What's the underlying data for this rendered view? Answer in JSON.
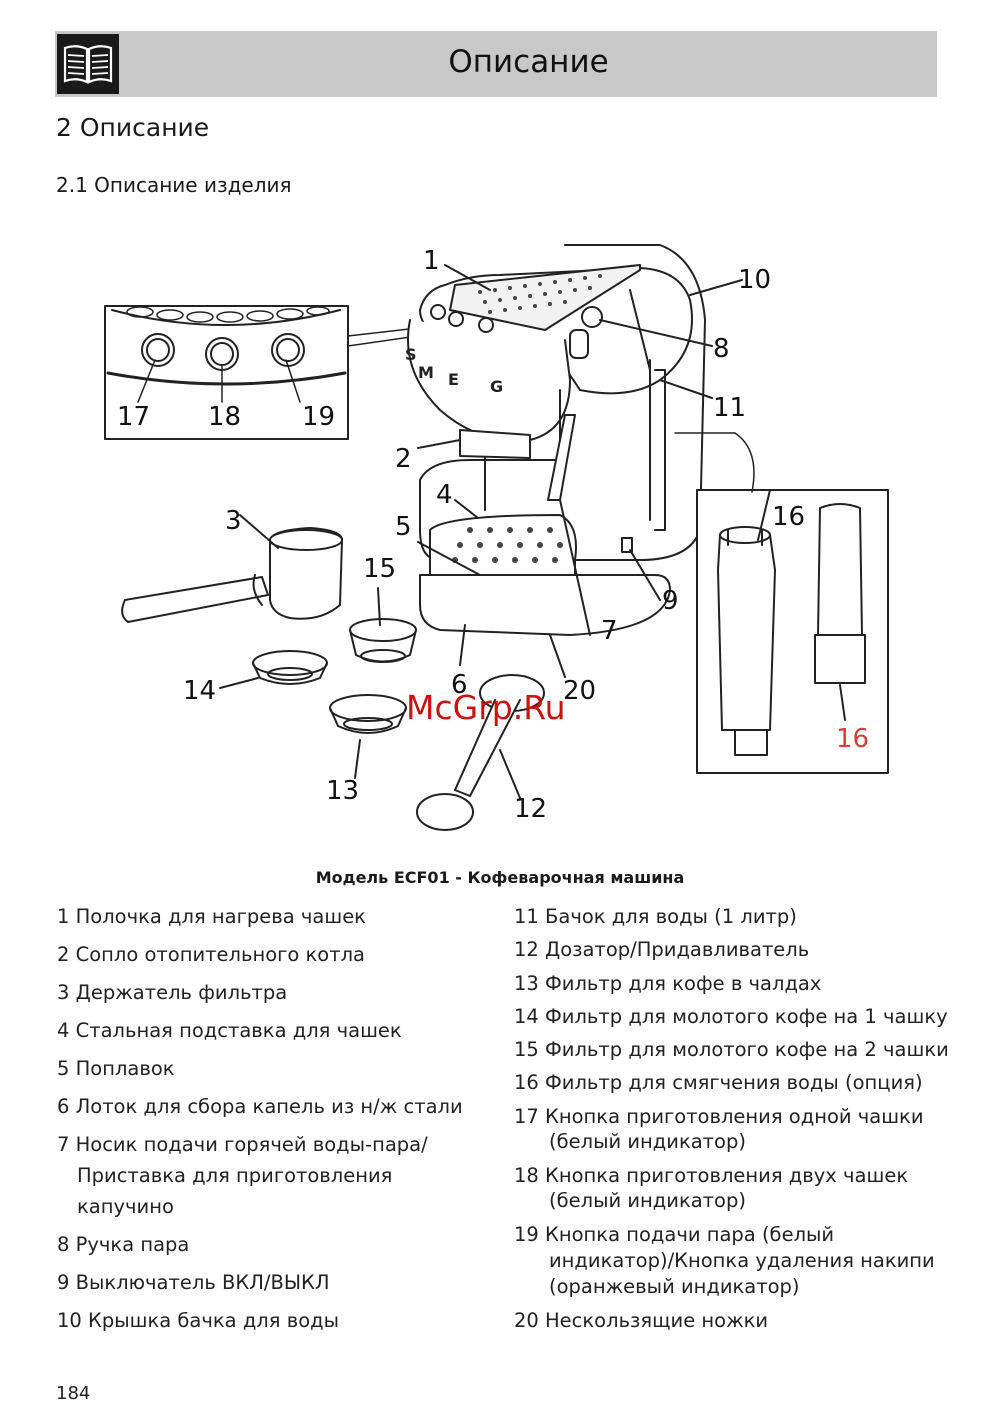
{
  "header": {
    "title": "Описание"
  },
  "section": {
    "title": "2 Описание",
    "subtitle": "2.1 Описание изделия"
  },
  "figure": {
    "labels": [
      "1",
      "2",
      "3",
      "4",
      "5",
      "6",
      "7",
      "8",
      "9",
      "10",
      "11",
      "12",
      "13",
      "14",
      "15",
      "16",
      "16",
      "17",
      "18",
      "19",
      "20"
    ],
    "watermark": "McGrp.Ru",
    "caption": "Модель ECF01 - Кофеварочная машина",
    "brand_letters": [
      "S",
      "M",
      "E",
      "G"
    ]
  },
  "legend_left": [
    "1 Полочка для нагрева чашек",
    "2 Сопло отопительного котла",
    "3 Держатель фильтра",
    "4 Стальная подставка для чашек",
    "5 Поплавок",
    "6 Лоток для сбора капель из н/ж стали",
    "7 Носик подачи горячей воды-пара/",
    "Приставка для приготовления",
    "капучино",
    "8 Ручка пара",
    "9 Выключатель ВКЛ/ВЫКЛ",
    "10  Крышка бачка для воды"
  ],
  "legend_right": [
    "11 Бачок для воды (1 литр)",
    "12 Дозатор/Придавливатель",
    "13 Фильтр для кофе в чалдах",
    "14 Фильтр для молотого кофе на 1 чашку",
    "15 Фильтр для молотого кофе на 2 чашки",
    "16 Фильтр для смягчения воды (опция)",
    "17  Кнопка  приготовления  одной  чашки",
    "(белый индикатор)",
    "18 Кнопка приготовления двух чашек",
    "(белый индикатор)",
    "19 Кнопка подачи пара (белый",
    "индикатор)/Кнопка удаления накипи",
    "(оранжевый индикатор)",
    "20 Нескользящие ножки"
  ],
  "page_number": "184",
  "colors": {
    "header_bg": "#c8c8c8",
    "accent_red": "#d2403a",
    "watermark": "#cc1111"
  }
}
